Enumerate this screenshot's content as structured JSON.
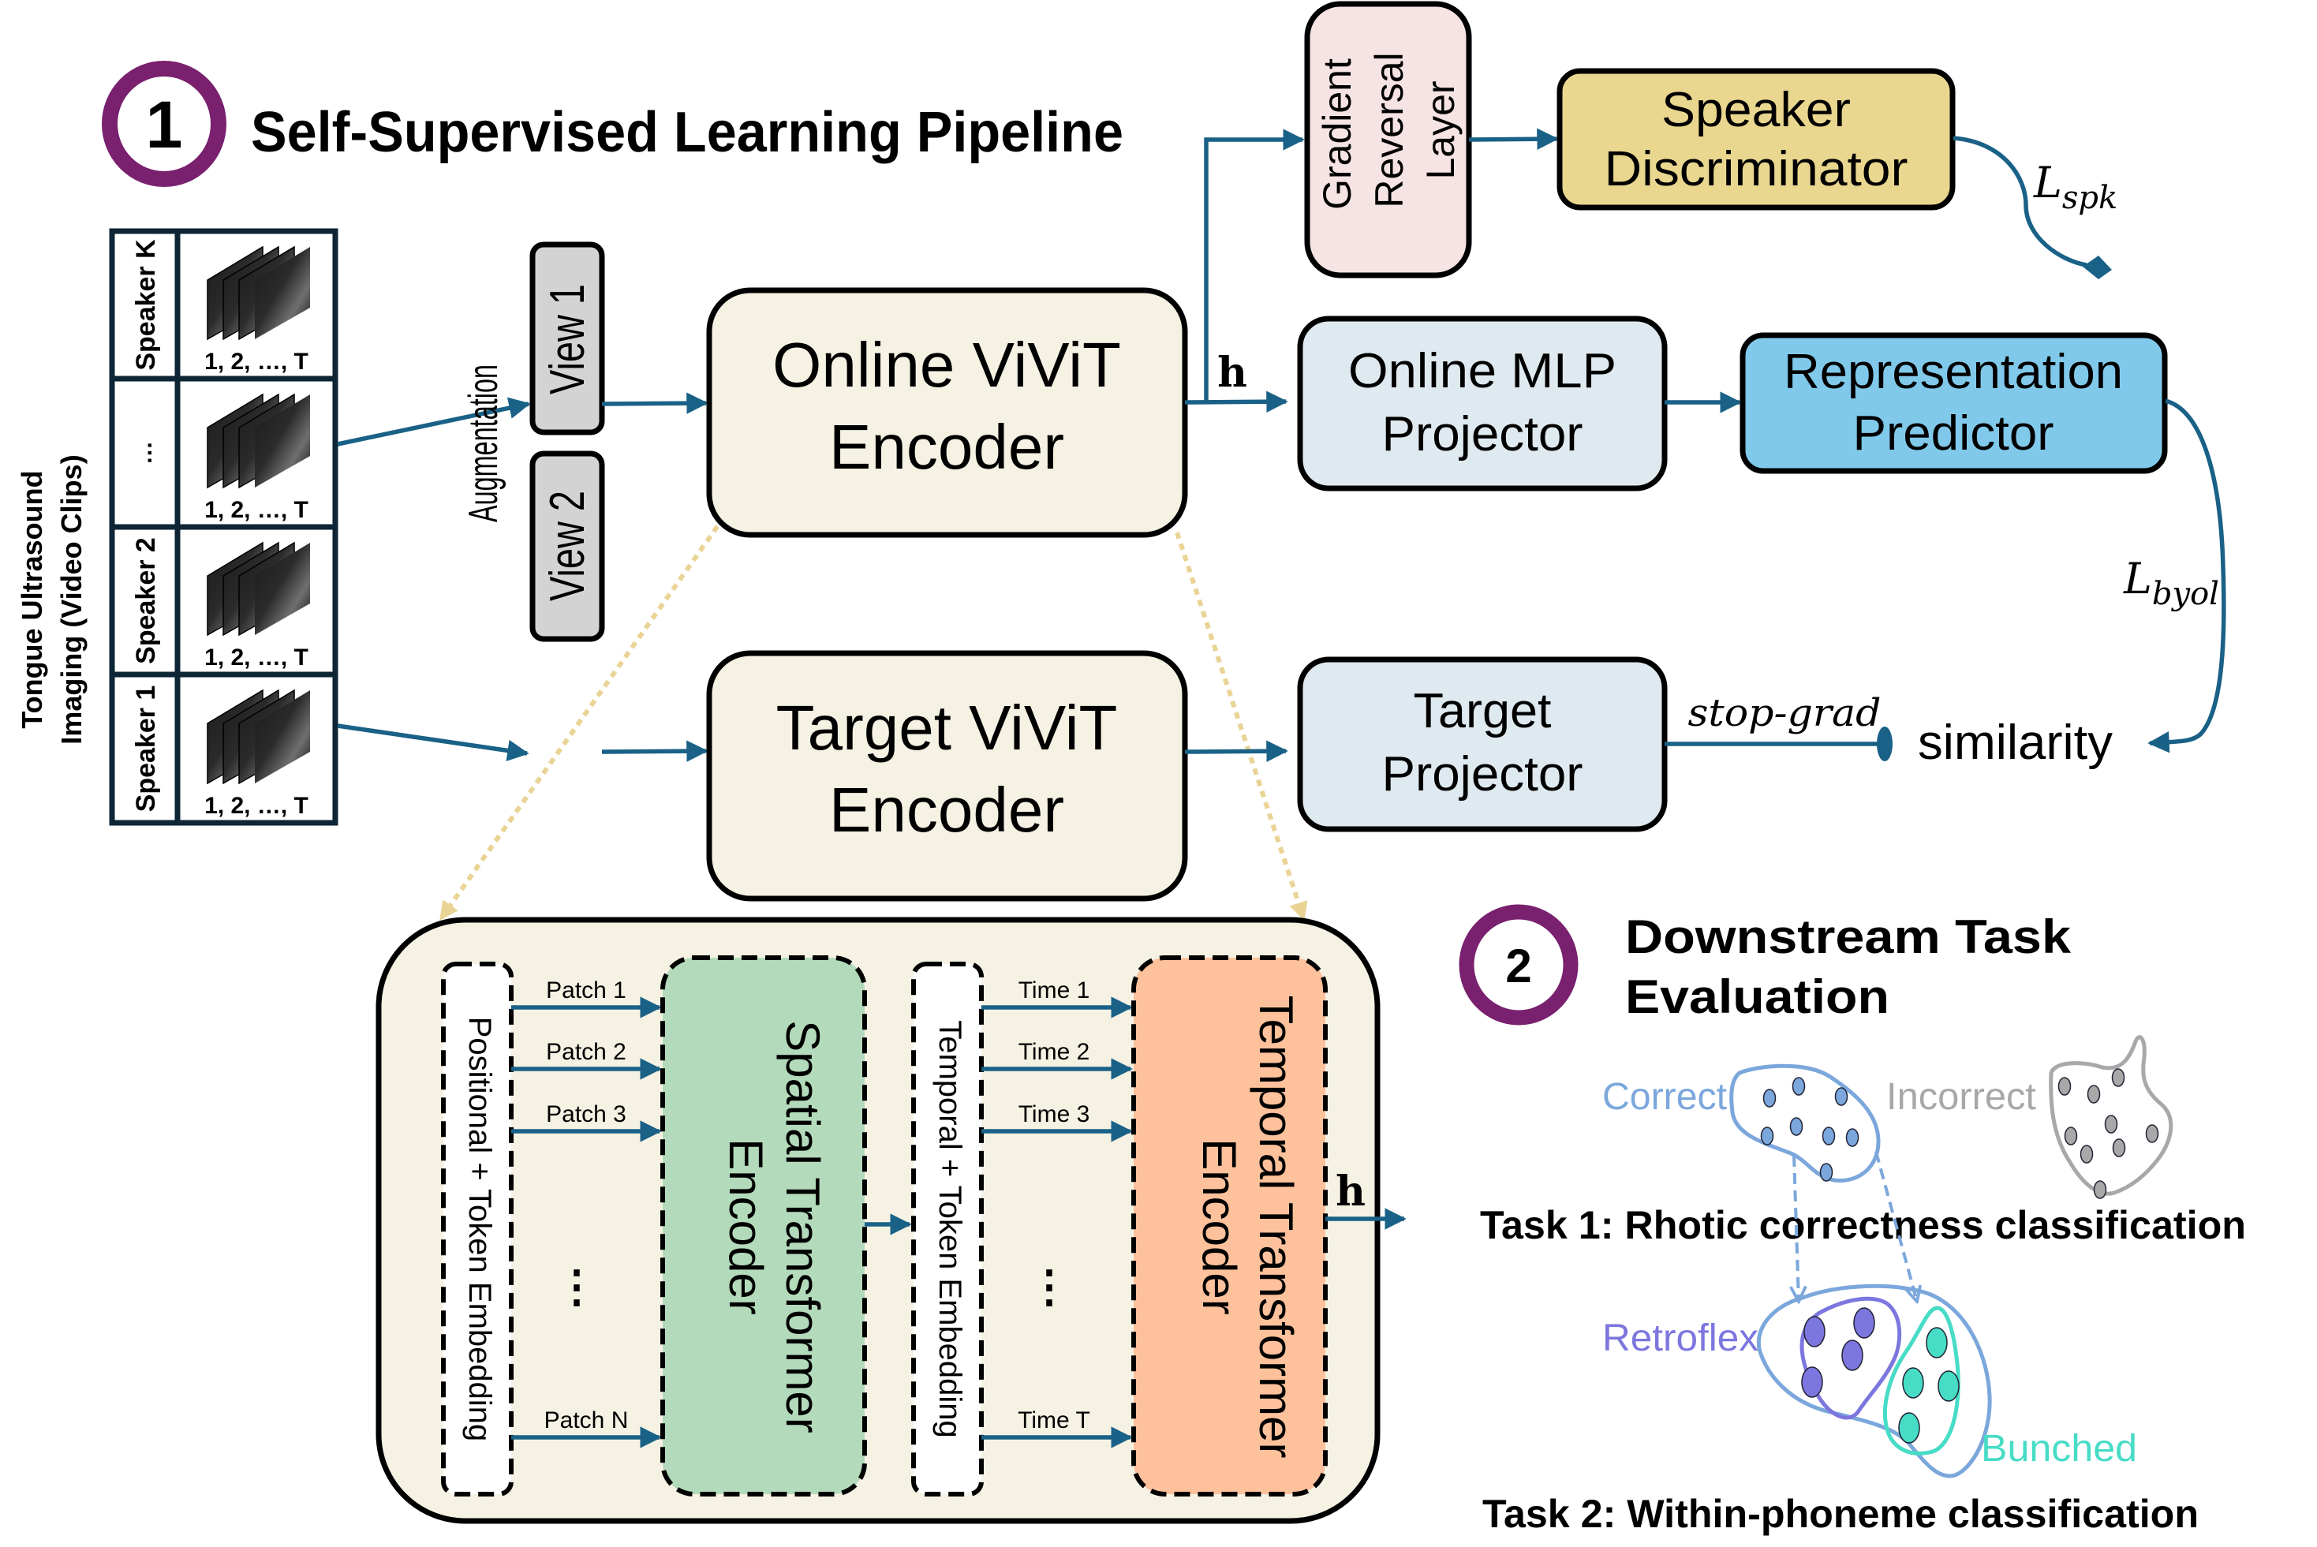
{
  "section1": {
    "number": "1",
    "title": "Self-Supervised Learning Pipeline"
  },
  "section2": {
    "number": "2",
    "title_line1": "Downstream Task",
    "title_line2": "Evaluation"
  },
  "input": {
    "label_line1": "Tongue Ultrasound",
    "label_line2": "Imaging (Video Clips)",
    "rows": [
      {
        "speaker": "Speaker K",
        "frames": "1, 2, …, T"
      },
      {
        "speaker": "…",
        "frames": "1, 2, …, T"
      },
      {
        "speaker": "Speaker 2",
        "frames": "1, 2, …, T"
      },
      {
        "speaker": "Speaker 1",
        "frames": "1, 2, …, T"
      }
    ]
  },
  "augmentation": {
    "label": "Augmentation",
    "view1": "View 1",
    "view2": "View 2"
  },
  "encoders": {
    "online_line1": "Online ViViT",
    "online_line2": "Encoder",
    "target_line1": "Target ViViT",
    "target_line2": "Encoder",
    "h_label": "h"
  },
  "heads": {
    "grl_line1": "Gradient",
    "grl_line2": "Reversal",
    "grl_line3": "Layer",
    "speaker_disc_line1": "Speaker",
    "speaker_disc_line2": "Discriminator",
    "online_proj_line1": "Online MLP",
    "online_proj_line2": "Projector",
    "rep_pred_line1": "Representation",
    "rep_pred_line2": "Predictor",
    "target_proj_line1": "Target",
    "target_proj_line2": "Projector"
  },
  "losses": {
    "lspk_main": "L",
    "lspk_sub": "spk",
    "lbyol_main": "L",
    "lbyol_sub": "byol",
    "stop_grad": "stop-grad",
    "similarity": "similarity"
  },
  "vivit_detail": {
    "positional_embedding": "Positional + Token Embedding",
    "patches": [
      "Patch 1",
      "Patch 2",
      "Patch 3",
      "Patch N"
    ],
    "patch_dots": "⋮",
    "spatial_line1": "Spatial Transformer",
    "spatial_line2": "Encoder",
    "temporal_embedding": "Temporal + Token Embedding",
    "times": [
      "Time 1",
      "Time 2",
      "Time 3",
      "Time T"
    ],
    "time_dots": "⋮",
    "temporal_line1": "Temporal Transformer",
    "temporal_line2": "Encoder",
    "h_label": "h"
  },
  "downstream": {
    "task1_correct": "Correct",
    "task1_incorrect": "Incorrect",
    "task1_title": "Task 1: Rhotic correctness classification",
    "task2_retroflex": "Retroflex",
    "task2_bunched": "Bunched",
    "task2_title": "Task 2: Within-phoneme classification"
  },
  "colors": {
    "arrow": "#1a6187",
    "encoder_fill": "#f5f2e4",
    "view_fill": "#d3d3d3",
    "grl_fill": "#f6e3e3",
    "speaker_disc_fill": "#ead78f",
    "projector_fill": "#dfe9f0",
    "predictor_fill": "#81c9ea",
    "spatial_fill": "#b3dbbb",
    "temporal_fill": "#fdc19c",
    "section_circle": "#79206e",
    "correct": "#7ba7dc",
    "incorrect": "#a8a8a8",
    "retroflex": "#7c77de",
    "bunched": "#47dcc6"
  }
}
